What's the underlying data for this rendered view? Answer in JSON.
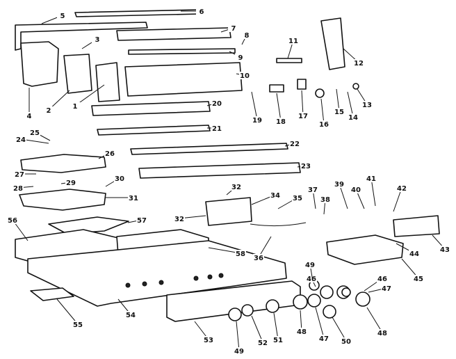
{
  "callouts": [
    {
      "id": "1",
      "label": "1"
    },
    {
      "id": "2",
      "label": "2"
    },
    {
      "id": "3",
      "label": "3"
    },
    {
      "id": "4",
      "label": "4"
    },
    {
      "id": "5",
      "label": "5"
    },
    {
      "id": "6",
      "label": "6"
    },
    {
      "id": "7",
      "label": "7"
    },
    {
      "id": "8",
      "label": "8"
    },
    {
      "id": "9",
      "label": "9"
    },
    {
      "id": "10",
      "label": "10"
    },
    {
      "id": "11",
      "label": "11"
    },
    {
      "id": "12",
      "label": "12"
    },
    {
      "id": "13",
      "label": "13"
    },
    {
      "id": "14",
      "label": "14"
    },
    {
      "id": "15",
      "label": "15"
    },
    {
      "id": "16",
      "label": "16"
    },
    {
      "id": "17",
      "label": "17"
    },
    {
      "id": "18",
      "label": "18"
    },
    {
      "id": "19",
      "label": "19"
    },
    {
      "id": "20",
      "label": "20"
    },
    {
      "id": "21",
      "label": "21"
    },
    {
      "id": "22",
      "label": "22"
    },
    {
      "id": "23",
      "label": "23"
    },
    {
      "id": "24",
      "label": "24"
    },
    {
      "id": "25",
      "label": "25"
    },
    {
      "id": "26",
      "label": "26"
    },
    {
      "id": "27",
      "label": "27"
    },
    {
      "id": "28",
      "label": "28"
    },
    {
      "id": "29",
      "label": "29"
    },
    {
      "id": "30",
      "label": "30"
    },
    {
      "id": "31",
      "label": "31"
    },
    {
      "id": "32",
      "label": "32"
    },
    {
      "id": "32b",
      "label": "32"
    },
    {
      "id": "34",
      "label": "34"
    },
    {
      "id": "35",
      "label": "35"
    },
    {
      "id": "36",
      "label": "36"
    },
    {
      "id": "37",
      "label": "37"
    },
    {
      "id": "38",
      "label": "38"
    },
    {
      "id": "39",
      "label": "39"
    },
    {
      "id": "40",
      "label": "40"
    },
    {
      "id": "41",
      "label": "41"
    },
    {
      "id": "42",
      "label": "42"
    },
    {
      "id": "43",
      "label": "43"
    },
    {
      "id": "44",
      "label": "44"
    },
    {
      "id": "45",
      "label": "45"
    },
    {
      "id": "46a",
      "label": "46"
    },
    {
      "id": "46b",
      "label": "46"
    },
    {
      "id": "47a",
      "label": "47"
    },
    {
      "id": "47b",
      "label": "47"
    },
    {
      "id": "48a",
      "label": "48"
    },
    {
      "id": "48b",
      "label": "48"
    },
    {
      "id": "49a",
      "label": "49"
    },
    {
      "id": "49b",
      "label": "49"
    },
    {
      "id": "50",
      "label": "50"
    },
    {
      "id": "51",
      "label": "51"
    },
    {
      "id": "52",
      "label": "52"
    },
    {
      "id": "53",
      "label": "53"
    },
    {
      "id": "54",
      "label": "54"
    },
    {
      "id": "55",
      "label": "55"
    },
    {
      "id": "56",
      "label": "56"
    },
    {
      "id": "57",
      "label": "57"
    },
    {
      "id": "58",
      "label": "58"
    }
  ]
}
